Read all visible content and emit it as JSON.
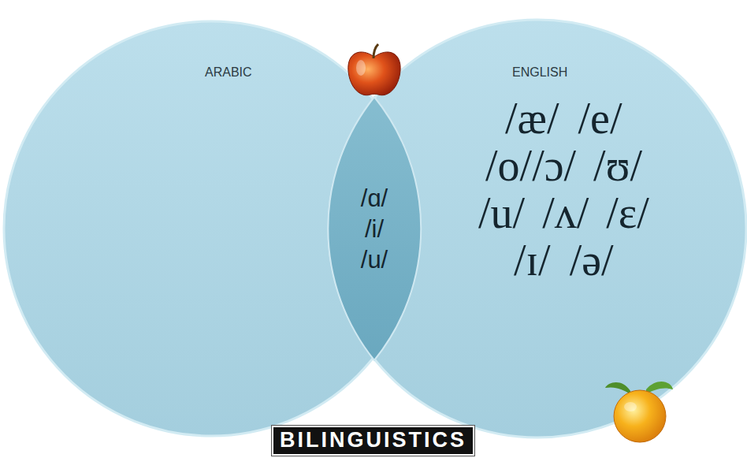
{
  "diagram": {
    "nodes": [
      {
        "text": [
          "ARABIC"
        ]
      },
      {
        "text": [
          "ENGLISH",
          "/æ/",
          "/e/",
          "/o/",
          "/ɔ/",
          "/ʊ/",
          "/u/",
          "/ʌ/",
          "/ɛ/",
          "/ɪ/",
          "/ə/"
        ]
      },
      {
        "text": [
          "/ɑ/",
          "/i/",
          "/u/"
        ],
        "in": 1
      }
    ],
    "labels": [
      "BILINGUISTICS"
    ]
  }
}
